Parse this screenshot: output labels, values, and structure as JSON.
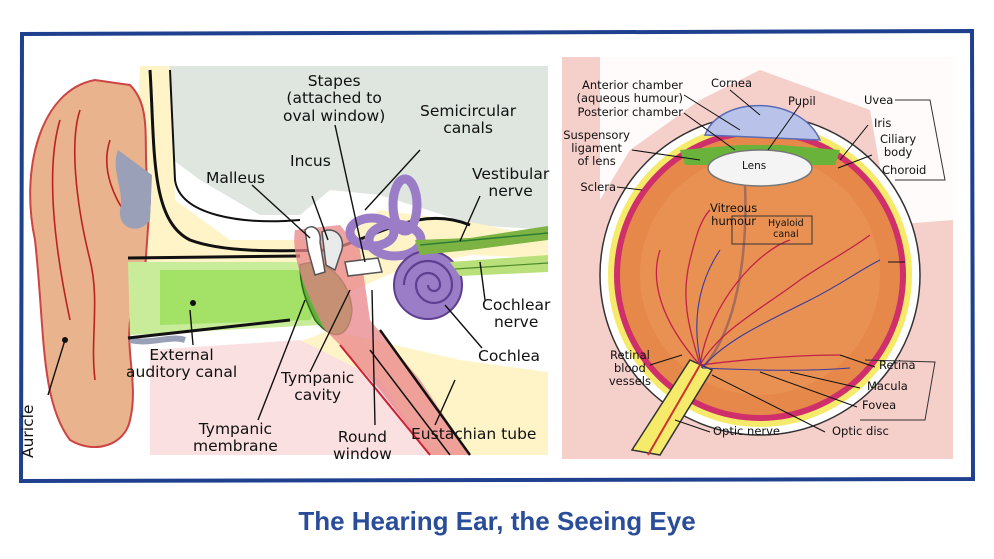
{
  "title": "The Hearing Ear, the Seeing Eye",
  "ear": {
    "auricle": "Auricle",
    "external_auditory_canal": [
      "External",
      "auditory canal"
    ],
    "malleus": "Malleus",
    "incus": "Incus",
    "stapes": [
      "Stapes",
      "(attached to",
      "oval window)"
    ],
    "semicircular_canals": [
      "Semicircular",
      "canals"
    ],
    "vestibular_nerve": [
      "Vestibular",
      "nerve"
    ],
    "cochlear_nerve": [
      "Cochlear",
      "nerve"
    ],
    "cochlea": "Cochlea",
    "tympanic_cavity": [
      "Tympanic",
      "cavity"
    ],
    "tympanic_membrane": [
      "Tympanic",
      "membrane"
    ],
    "round_window": [
      "Round",
      "window"
    ],
    "eustachian_tube": "Eustachian tube"
  },
  "eye": {
    "anterior_chamber": [
      "Anterior chamber",
      "(aqueous humour)"
    ],
    "posterior_chamber": "Posterior chamber",
    "suspensory_ligament": [
      "Suspensory",
      "ligament",
      "of lens"
    ],
    "sclera": "Sclera",
    "cornea": "Cornea",
    "pupil": "Pupil",
    "uvea": "Uvea",
    "iris": "Iris",
    "ciliary_body": [
      "Ciliary",
      "body"
    ],
    "choroid": "Choroid",
    "lens": "Lens",
    "vitreous_humour": [
      "Vitreous",
      "humour"
    ],
    "hyaloid_canal": [
      "Hyaloid",
      "canal"
    ],
    "retinal_blood_vessels": [
      "Retinal",
      "blood",
      "vessels"
    ],
    "retina": "Retina",
    "macula": "Macula",
    "fovea": "Fovea",
    "optic_disc": "Optic disc",
    "optic_nerve": "Optic nerve"
  },
  "colors": {
    "frame": "#1f3f8f",
    "title": "#2a4d9a",
    "skin": "#e9b38e",
    "bone": "#dfe5df",
    "canal_green": "#9be05a",
    "cochlea_purple": "#9b7cc7",
    "eye_orange": "#e5884a",
    "eye_bg_pink": "#f5cfca"
  }
}
